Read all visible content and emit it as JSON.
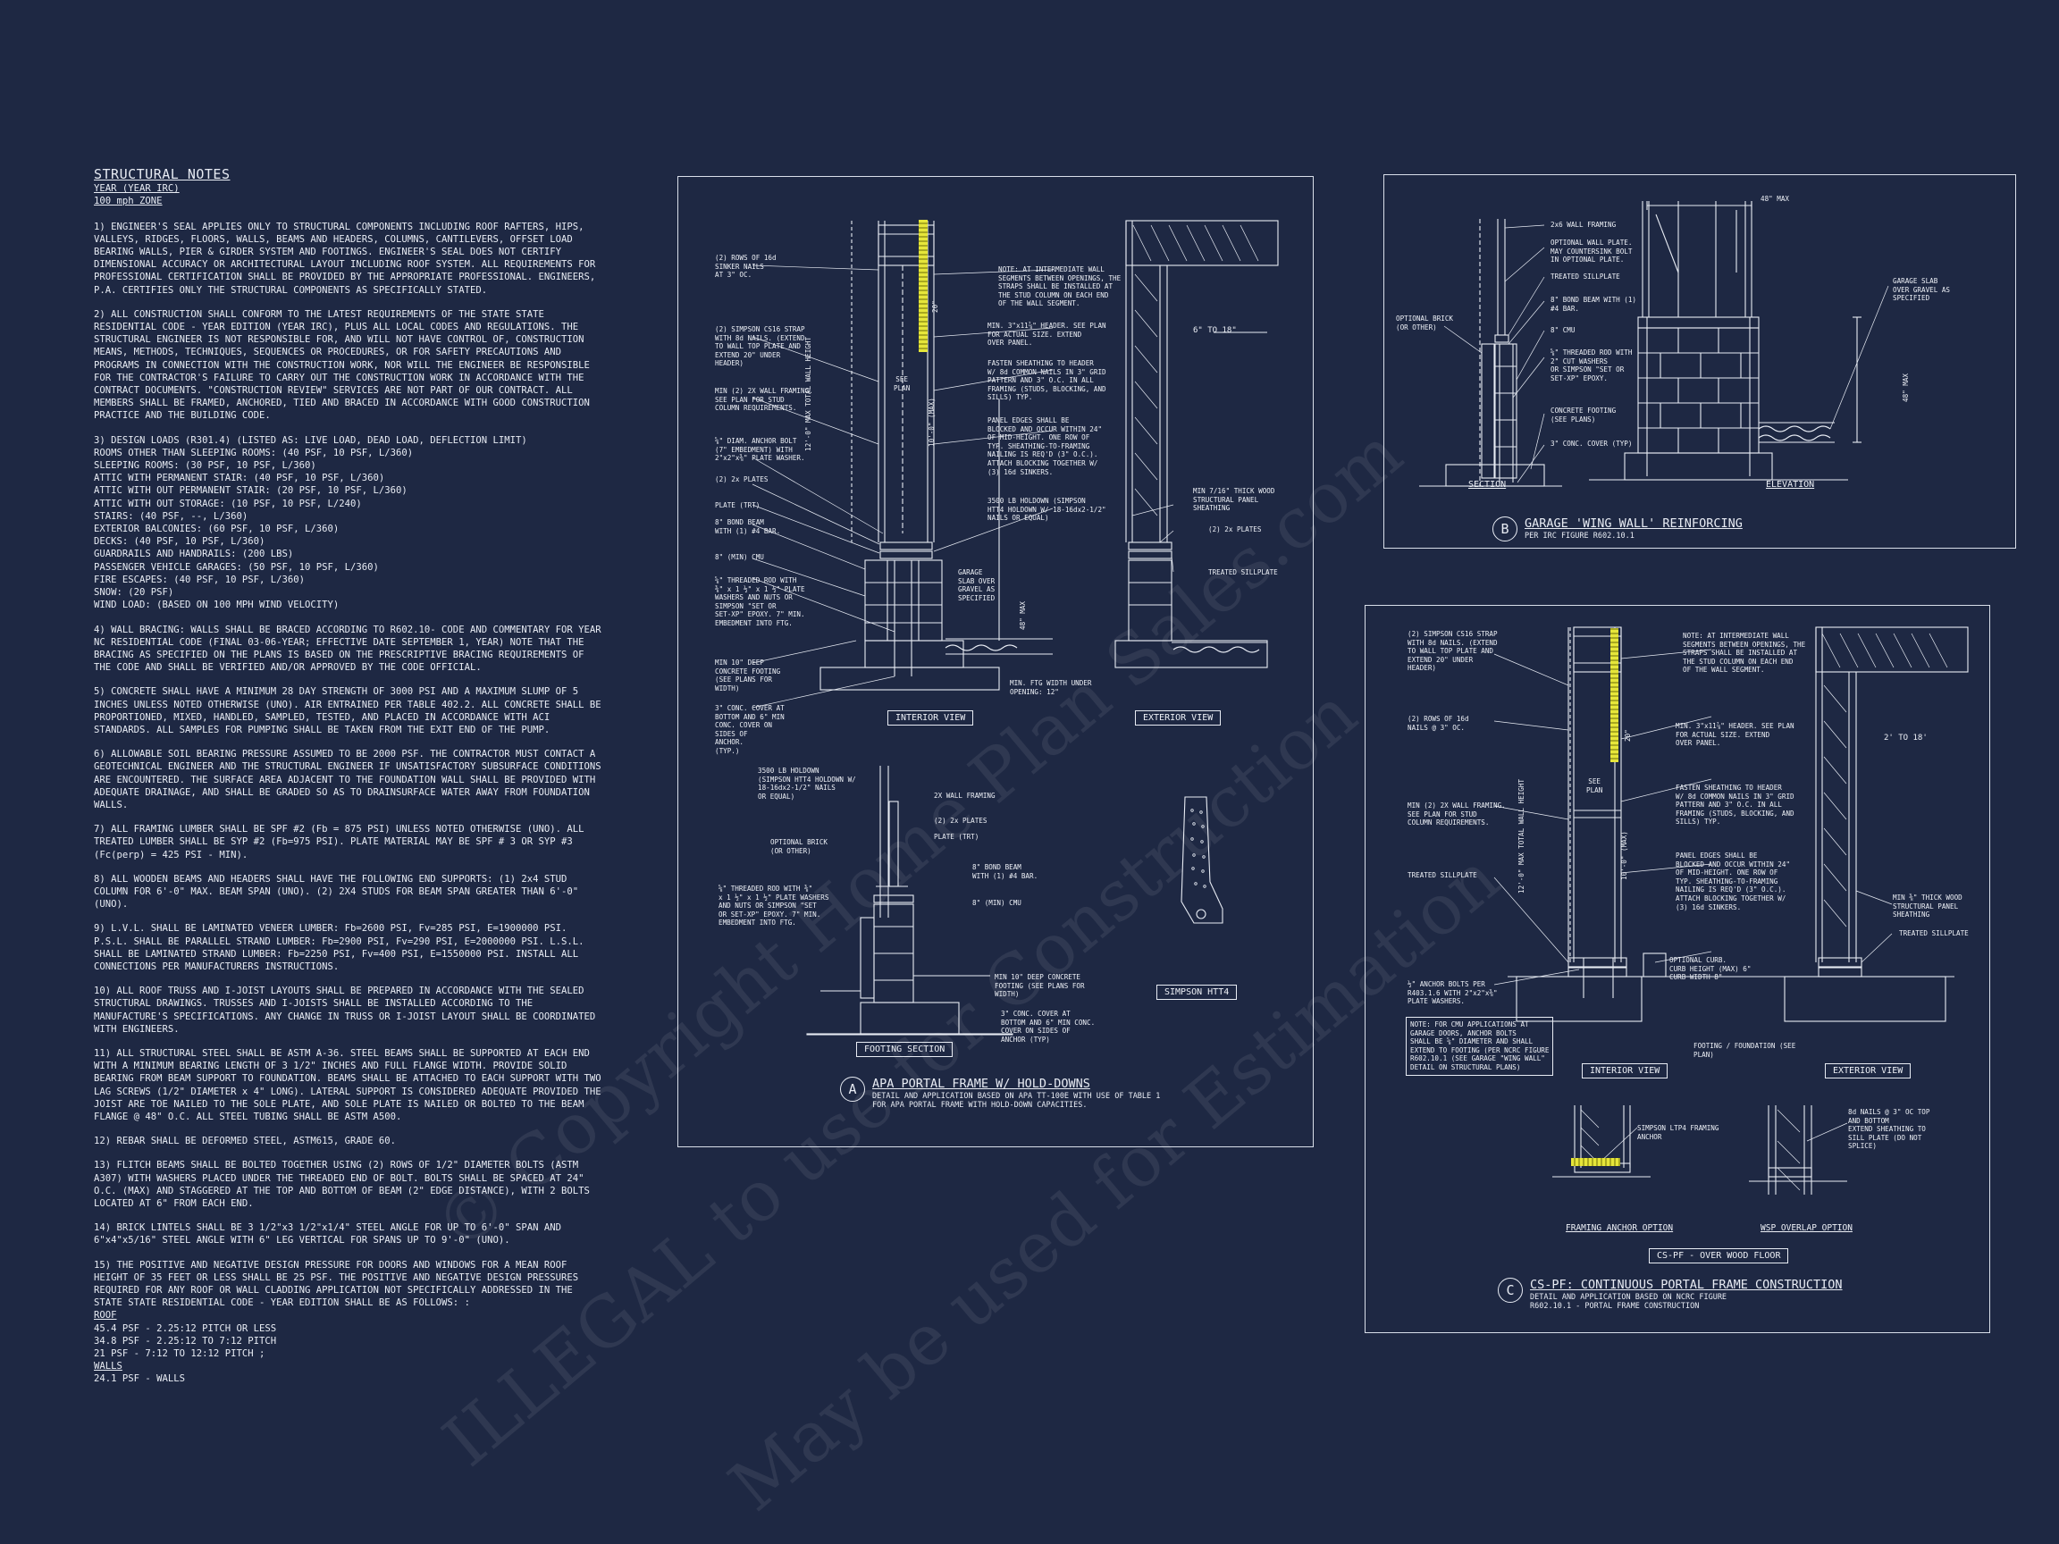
{
  "notes": {
    "title": "STRUCTURAL NOTES",
    "sub1": "YEAR (YEAR IRC)",
    "sub2": "100 mph ZONE",
    "p1": "1) ENGINEER'S SEAL APPLIES ONLY TO STRUCTURAL COMPONENTS INCLUDING ROOF RAFTERS, HIPS, VALLEYS, RIDGES, FLOORS, WALLS, BEAMS AND HEADERS, COLUMNS, CANTILEVERS, OFFSET LOAD BEARING WALLS, PIER & GIRDER SYSTEM AND FOOTINGS. ENGINEER'S SEAL DOES NOT CERTIFY DIMENSIONAL ACCURACY OR ARCHITECTURAL LAYOUT INCLUDING ROOF SYSTEM. ALL REQUIREMENTS FOR PROFESSIONAL CERTIFICATION SHALL BE PROVIDED BY THE APPROPRIATE PROFESSIONAL. ENGINEERS, P.A. CERTIFIES ONLY THE STRUCTURAL COMPONENTS AS SPECIFICALLY STATED.",
    "p2": "2) ALL CONSTRUCTION SHALL CONFORM TO THE LATEST REQUIREMENTS OF THE STATE STATE RESIDENTIAL CODE - YEAR EDITION (YEAR IRC), PLUS ALL LOCAL CODES AND REGULATIONS. THE STRUCTURAL ENGINEER IS NOT RESPONSIBLE FOR, AND WILL NOT HAVE CONTROL OF, CONSTRUCTION MEANS, METHODS, TECHNIQUES, SEQUENCES OR PROCEDURES, OR FOR SAFETY PRECAUTIONS AND PROGRAMS IN CONNECTION WITH THE CONSTRUCTION WORK, NOR WILL THE ENGINEER BE RESPONSIBLE FOR THE CONTRACTOR'S FAILURE TO CARRY OUT THE CONSTRUCTION WORK IN ACCORDANCE WITH THE CONTRACT DOCUMENTS. \"CONSTRUCTION REVIEW\" SERVICES ARE NOT PART OF OUR CONTRACT. ALL MEMBERS SHALL BE FRAMED, ANCHORED, TIED AND BRACED IN ACCORDANCE WITH GOOD CONSTRUCTION PRACTICE AND THE BUILDING CODE.",
    "p3_lines": [
      "3) DESIGN LOADS (R301.4) (LISTED AS: LIVE LOAD, DEAD LOAD, DEFLECTION LIMIT)",
      "ROOMS OTHER THAN SLEEPING ROOMS: (40 PSF, 10 PSF, L/360)",
      "SLEEPING ROOMS: (30 PSF, 10 PSF, L/360)",
      "ATTIC WITH PERMANENT STAIR: (40 PSF, 10 PSF, L/360)",
      "ATTIC WITH OUT PERMANENT STAIR: (20 PSF, 10 PSF, L/360)",
      "ATTIC WITH OUT STORAGE: (10 PSF, 10 PSF, L/240)",
      "STAIRS: (40 PSF, --, L/360)",
      "EXTERIOR BALCONIES: (60 PSF, 10 PSF, L/360)",
      "DECKS: (40 PSF, 10 PSF, L/360)",
      "GUARDRAILS AND HANDRAILS: (200 LBS)",
      "PASSENGER VEHICLE GARAGES: (50 PSF, 10 PSF, L/360)",
      "FIRE ESCAPES: (40 PSF, 10 PSF, L/360)",
      "SNOW: (20 PSF)",
      "WIND LOAD: (BASED ON 100 MPH WIND VELOCITY)"
    ],
    "p4": "4) WALL BRACING: WALLS SHALL BE BRACED ACCORDING TO R602.10- CODE AND COMMENTARY FOR YEAR NC RESIDENTIAL CODE (FINAL 03-06-YEAR; EFFECTIVE DATE SEPTEMBER 1, YEAR) NOTE THAT THE BRACING AS SPECIFIED ON THE PLANS IS BASED ON THE PRESCRIPTIVE BRACING REQUIREMENTS OF THE CODE AND SHALL BE VERIFIED AND/OR APPROVED BY THE CODE OFFICIAL.",
    "p5": "5) CONCRETE SHALL HAVE A MINIMUM 28 DAY STRENGTH OF 3000 PSI AND A MAXIMUM SLUMP OF 5 INCHES UNLESS NOTED OTHERWISE (UNO). AIR ENTRAINED PER TABLE 402.2. ALL CONCRETE SHALL BE PROPORTIONED, MIXED, HANDLED, SAMPLED, TESTED, AND PLACED IN ACCORDANCE WITH ACI STANDARDS. ALL SAMPLES FOR PUMPING SHALL BE TAKEN FROM THE EXIT END OF THE PUMP.",
    "p6": "6) ALLOWABLE SOIL BEARING PRESSURE ASSUMED TO BE 2000 PSF. THE CONTRACTOR MUST CONTACT A GEOTECHNICAL ENGINEER AND THE STRUCTURAL ENGINEER IF UNSATISFACTORY SUBSURFACE CONDITIONS ARE ENCOUNTERED. THE SURFACE AREA ADJACENT TO THE FOUNDATION WALL SHALL BE PROVIDED WITH ADEQUATE DRAINAGE, AND SHALL BE GRADED SO AS TO DRAINSURFACE WATER AWAY FROM FOUNDATION WALLS.",
    "p7": "7) ALL FRAMING LUMBER SHALL BE SPF #2 (Fb = 875 PSI) UNLESS NOTED OTHERWISE (UNO). ALL TREATED LUMBER SHALL BE SYP #2 (Fb=975 PSI). PLATE MATERIAL MAY BE SPF # 3 OR SYP #3 (Fc(perp) = 425 PSI - MIN).",
    "p8": "8) ALL WOODEN BEAMS AND HEADERS SHALL HAVE THE FOLLOWING END SUPPORTS: (1) 2x4 STUD COLUMN FOR 6'-0\" MAX. BEAM SPAN (UNO). (2) 2X4 STUDS FOR BEAM SPAN GREATER THAN 6'-0\" (UNO).",
    "p9": "9) L.V.L. SHALL BE LAMINATED VENEER LUMBER: Fb=2600 PSI, Fv=285 PSI, E=1900000 PSI. P.S.L. SHALL BE PARALLEL STRAND LUMBER: Fb=2900 PSI, Fv=290 PSI, E=2000000 PSI. L.S.L. SHALL BE LAMINATED STRAND LUMBER: Fb=2250 PSI, Fv=400 PSI, E=1550000 PSI. INSTALL ALL CONNECTIONS PER MANUFACTURERS INSTRUCTIONS.",
    "p10": "10) ALL ROOF TRUSS AND I-JOIST LAYOUTS SHALL BE PREPARED IN ACCORDANCE WITH THE SEALED STRUCTURAL DRAWINGS. TRUSSES AND I-JOISTS SHALL BE INSTALLED ACCORDING TO THE MANUFACTURE'S SPECIFICATIONS. ANY CHANGE IN TRUSS OR I-JOIST LAYOUT SHALL BE COORDINATED WITH ENGINEERS.",
    "p11": "11) ALL STRUCTURAL STEEL SHALL BE ASTM A-36. STEEL BEAMS SHALL BE SUPPORTED AT EACH END WITH A MINIMUM BEARING LENGTH OF 3 1/2\" INCHES AND FULL FLANGE WIDTH. PROVIDE SOLID BEARING FROM BEAM SUPPORT TO FOUNDATION. BEAMS SHALL BE ATTACHED TO EACH SUPPORT WITH TWO LAG SCREWS (1/2\" DIAMETER x 4\" LONG). LATERAL SUPPORT IS CONSIDERED ADEQUATE PROVIDED THE JOIST ARE TOE NAILED TO THE SOLE PLATE, AND SOLE PLATE IS NAILED OR BOLTED TO THE BEAM FLANGE @ 48\" O.C. ALL STEEL TUBING SHALL BE ASTM A500.",
    "p12": "12) REBAR SHALL BE DEFORMED STEEL, ASTM615, GRADE 60.",
    "p13": "13) FLITCH BEAMS SHALL BE BOLTED TOGETHER USING (2) ROWS OF 1/2\" DIAMETER BOLTS (ASTM A307) WITH WASHERS PLACED UNDER THE THREADED END OF BOLT. BOLTS SHALL BE SPACED AT 24\" O.C. (MAX) AND STAGGERED AT THE TOP AND BOTTOM OF BEAM (2\" EDGE DISTANCE), WITH 2 BOLTS LOCATED AT 6\" FROM EACH END.",
    "p14": "14) BRICK LINTELS SHALL BE 3 1/2\"x3 1/2\"x1/4\" STEEL ANGLE FOR UP TO 6'-0\" SPAN AND 6\"x4\"x5/16\" STEEL ANGLE WITH 6\" LEG VERTICAL FOR SPANS UP TO 9'-0\" (UNO).",
    "p15": "15) THE POSITIVE AND NEGATIVE DESIGN PRESSURE FOR DOORS AND WINDOWS FOR A MEAN ROOF HEIGHT OF 35 FEET OR LESS SHALL BE 25 PSF. THE POSITIVE AND NEGATIVE DESIGN PRESSURES REQUIRED FOR ANY ROOF OR WALL CLADDING APPLICATION NOT SPECIFICALLY ADDRESSED IN THE STATE STATE RESIDENTIAL CODE - YEAR EDITION SHALL BE AS FOLLOWS: :",
    "roof_h": "ROOF",
    "roof_lines": [
      "45.4 PSF - 2.25:12 PITCH OR LESS",
      "34.8 PSF - 2.25:12 TO 7:12 PITCH",
      "21 PSF - 7:12 TO 12:12 PITCH ;"
    ],
    "walls_h": "WALLS",
    "walls_line": "24.1 PSF - WALLS"
  },
  "panelA": {
    "interior_labels": {
      "l1": "(2) ROWS OF 16d\nSINKER NAILS\nAT 3\" OC.",
      "l2": "(2) SIMPSON CS16 STRAP\nWITH 8d NAILS. (EXTEND\nTO WALL TOP PLATE AND\nEXTEND 20\" UNDER\nHEADER)",
      "l3": "MIN (2) 2X WALL FRAMING.\nSEE PLAN FOR STUD\nCOLUMN REQUIREMENTS.",
      "l4": "⅝\" DIAM. ANCHOR BOLT\n(7\" EMBEDMENT) WITH\n2\"x2\"x⅜\" PLATE WASHER.",
      "l5": "(2) 2x PLATES",
      "l6": "PLATE (TRT)",
      "l7": "8\" BOND BEAM\nWITH (1) #4 BAR.",
      "l8": "8\" (MIN) CMU",
      "l9": "⅝\" THREADED ROD WITH\n⅜\" x 1 ½\" x 1 ½\" PLATE\nWASHERS AND NUTS OR\nSIMPSON \"SET OR\nSET-XP\" EPOXY. 7\" MIN.\nEMBEDMENT INTO FTG.",
      "l10": "MIN 10\" DEEP\nCONCRETE FOOTING\n(SEE PLANS FOR\nWIDTH)",
      "l11": "3\" CONC. COVER AT\nBOTTOM AND 6\" MIN\nCONC. COVER ON\nSIDES OF\nANCHOR.\n(TYP.)",
      "r1": "NOTE: AT INTERMEDIATE WALL\nSEGMENTS BETWEEN OPENINGS, THE\nSTRAPS SHALL BE INSTALLED AT\nTHE STUD COLUMN ON EACH END\nOF THE WALL SEGMENT.",
      "r2": "MIN. 3\"x11⅞\" HEADER. SEE PLAN\nFOR ACTUAL SIZE. EXTEND\nOVER PANEL.",
      "r3": "FASTEN SHEATHING TO HEADER\nW/ 8d COMMON NAILS IN 3\" GRID\nPATTERN AND 3\" O.C. IN ALL\nFRAMING (STUDS, BLOCKING, AND\nSILLS) TYP.",
      "r4": "PANEL EDGES SHALL BE\nBLOCKED AND OCCUR WITHIN 24\"\nOF MID-HEIGHT. ONE ROW OF\nTYP. SHEATHING-TO-FRAMING\nNAILING IS REQ'D (3\" O.C.).\nATTACH BLOCKING TOGETHER W/\n(3) 16d SINKERS.",
      "r5": "3500 LB HOLDOWN (SIMPSON\nHTT4 HOLDOWN W/ 18-16dx2-1/2\"\nNAILS OR EQUAL)",
      "r6": "GARAGE\nSLAB OVER\nGRAVEL AS\nSPECIFIED",
      "r7": "MIN. FTG WIDTH UNDER\nOPENING: 12\"",
      "see_plan": "SEE\nPLAN",
      "dim_vert1": "12'-0\" MAX TOTAL WALL HEIGHT",
      "dim_vert2": "10'-0\" (MAX)",
      "dim_vert3": "48\" MAX",
      "dim_top": "20\""
    },
    "exterior_labels": {
      "e1": "6\" TO 18\"",
      "e2": "MIN 7/16\" THICK WOOD\nSTRUCTURAL PANEL\nSHEATHING",
      "e3": "(2) 2x PLATES",
      "e4": "TREATED SILLPLATE"
    },
    "interior_view": "INTERIOR VIEW",
    "exterior_view": "EXTERIOR VIEW",
    "footing_labels": {
      "f1": "3500 LB HOLDOWN\n(SIMPSON HTT4 HOLDOWN W/\n18-16dx2-1/2\" NAILS\nOR EQUAL)",
      "f2": "2X WALL FRAMING",
      "f3": "(2) 2x PLATES",
      "f4": "PLATE (TRT)",
      "f5": "OPTIONAL BRICK\n(OR OTHER)",
      "f6": "⅝\" THREADED ROD WITH ⅜\"\nx 1 ½\" x 1 ½\" PLATE WASHERS\nAND NUTS OR SIMPSON \"SET\nOR SET-XP\" EPOXY. 7\" MIN.\nEMBEDMENT INTO FTG.",
      "f7": "8\" BOND BEAM\nWITH (1) #4 BAR.",
      "f8": "8\" (MIN) CMU",
      "f9": "MIN 10\" DEEP CONCRETE\nFOOTING (SEE PLANS FOR\nWIDTH)",
      "f10": "3\" CONC. COVER AT\nBOTTOM AND 6\" MIN CONC.\nCOVER ON SIDES OF\nANCHOR (TYP)"
    },
    "footing_section": "FOOTING SECTION",
    "simpson": "SIMPSON HTT4",
    "caption_letter": "A",
    "caption_title": "APA PORTAL FRAME W/ HOLD-DOWNS",
    "caption_sub": "DETAIL AND APPLICATION BASED ON APA TT-100E WITH USE OF TABLE 1\nFOR APA PORTAL FRAME WITH HOLD-DOWN CAPACITIES."
  },
  "panelB": {
    "labels": {
      "b1": "2x6 WALL FRAMING",
      "b2": "OPTIONAL WALL PLATE.\nMAY COUNTERSINK BOLT\nIN OPTIONAL PLATE.",
      "b3": "TREATED SILLPLATE",
      "b4": "8\" BOND BEAM WITH (1)\n#4 BAR.",
      "b5": "8\" CMU",
      "b6": "⅝\" THREADED ROD WITH\n2\" CUT WASHERS\nOR SIMPSON \"SET OR\nSET-XP\" EPOXY.",
      "b7": "CONCRETE FOOTING\n(SEE PLANS)",
      "b8": "3\" CONC. COVER (TYP)",
      "b9": "OPTIONAL BRICK\n(OR OTHER)",
      "b10": "GARAGE SLAB\nOVER GRAVEL AS\nSPECIFIED",
      "dim_top": "48\" MAX",
      "dim_side": "48\" MAX"
    },
    "section": "SECTION",
    "elevation": "ELEVATION",
    "caption_letter": "B",
    "caption_title": "GARAGE 'WING WALL' REINFORCING",
    "caption_sub": "PER IRC FIGURE R602.10.1"
  },
  "panelC": {
    "labels": {
      "c1": "(2) SIMPSON CS16 STRAP\nWITH 8d NAILS. (EXTEND\nTO WALL TOP PLATE AND\nEXTEND 20\" UNDER\nHEADER)",
      "c2": "(2) ROWS OF 16d\nNAILS @ 3\" OC.",
      "c3": "MIN (2) 2X WALL FRAMING.\nSEE PLAN FOR STUD\nCOLUMN REQUIREMENTS.",
      "c4": "TREATED SILLPLATE",
      "c5": "½\" ANCHOR BOLTS PER\nR403.1.6 WITH 2\"x2\"x⅜\"\nPLATE WASHERS.",
      "c6": "NOTE: FOR CMU APPLICATIONS AT\nGARAGE DOORS, ANCHOR BOLTS\nSHALL BE ⅝\" DIAMETER AND SHALL\nEXTEND TO FOOTING (PER NCRC FIGURE\nR602.10.1 (SEE GARAGE \"WING WALL\"\nDETAIL ON STRUCTURAL PLANS)",
      "r1": "NOTE: AT INTERMEDIATE WALL\nSEGMENTS BETWEEN OPENINGS, THE\nSTRAPS SHALL BE INSTALLED AT\nTHE STUD COLUMN ON EACH END\nOF THE WALL SEGMENT.",
      "r2": "MIN. 3\"x11⅞\" HEADER. SEE PLAN\nFOR ACTUAL SIZE. EXTEND\nOVER PANEL.",
      "r3": "FASTEN SHEATHING TO HEADER\nW/ 8d COMMON NAILS IN 3\" GRID\nPATTERN AND 3\" O.C. IN ALL\nFRAMING (STUDS, BLOCKING, AND\nSILLS) TYP.",
      "r4": "PANEL EDGES SHALL BE\nBLOCKED AND OCCUR WITHIN 24\"\nOF MID-HEIGHT. ONE ROW OF\nTYP. SHEATHING-TO-FRAMING\nNAILING IS REQ'D (3\" O.C.).\nATTACH BLOCKING TOGETHER W/\n(3) 16d SINKERS.",
      "r5": "OPTIONAL CURB.\nCURB HEIGHT (MAX) 6\"\nCURB WIDTH 8\"",
      "r6": "FOOTING / FOUNDATION (SEE\nPLAN)",
      "e1": "2' TO 18'",
      "e2": "MIN ⅜\" THICK WOOD\nSTRUCTURAL PANEL\nSHEATHING",
      "e3": "TREATED SILLPLATE",
      "see_plan": "SEE\nPLAN",
      "dim_vert1": "12'-0\" MAX TOTAL WALL HEIGHT",
      "dim_vert2": "10'-0\" (MAX)",
      "dim_top": "20\"",
      "d1": "SIMPSON LTP4 FRAMING\nANCHOR",
      "d2": "8d NAILS @ 3\" OC TOP\nAND BOTTOM\nEXTEND SHEATHING TO\nSILL PLATE (DO NOT\nSPLICE)"
    },
    "interior_view": "INTERIOR VIEW",
    "exterior_view": "EXTERIOR VIEW",
    "framing_anchor": "FRAMING ANCHOR OPTION",
    "wsp_overlap": "WSP OVERLAP OPTION",
    "cs_pf": "CS-PF - OVER WOOD FLOOR",
    "caption_letter": "C",
    "caption_title": "CS-PF: CONTINUOUS PORTAL FRAME CONSTRUCTION",
    "caption_sub": "DETAIL AND APPLICATION BASED ON NCRC FIGURE\nR602.10.1 - PORTAL FRAME CONSTRUCTION"
  },
  "watermark": {
    "w1": "© Copyright Home Plan Sales.com",
    "w2": "ILLEGAL to use for Construction",
    "w3": "May be used for Estimation"
  },
  "colors": {
    "background": "#1e2843",
    "line": "#e8ecf4",
    "highlight": "#e6e63a"
  }
}
